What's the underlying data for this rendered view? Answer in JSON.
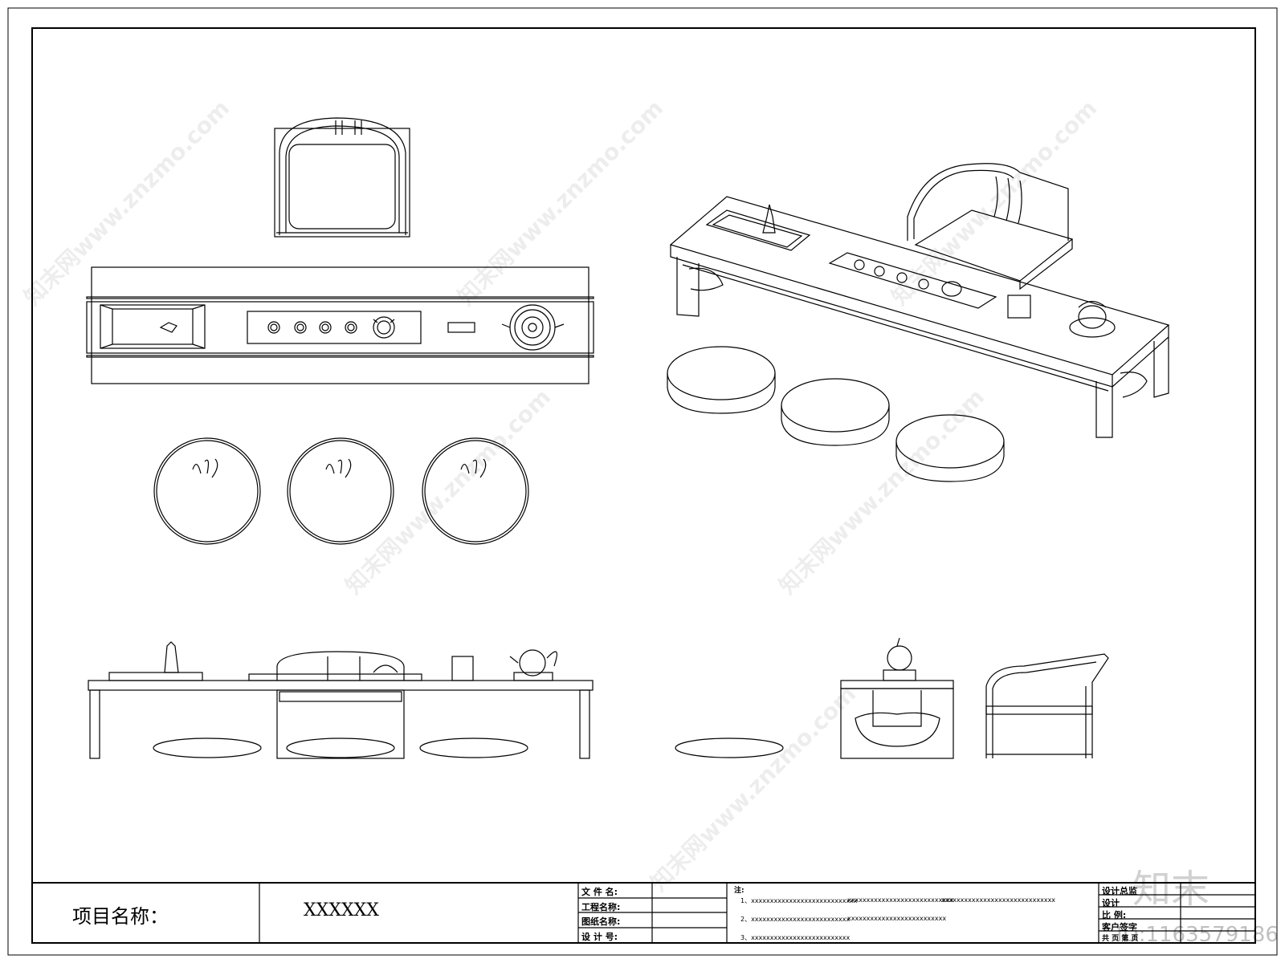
{
  "title_block": {
    "project_label": "项目名称：",
    "project_value": "XXXXXX",
    "fields": [
      "文 件 名:",
      "工程名称:",
      "图纸名称:",
      "设 计 号:"
    ],
    "notes_title": "注:",
    "notes": [
      "1、xxxxxxxxxxxxxxxxxxxxxxxxxxxx",
      "xxxxxxxxxxxxxxxxxxxxxxxxxxxx",
      "xxxxxxxxxxxxxxxxxxxxxxxxxxxxxx",
      "2、xxxxxxxxxxxxxxxxxxxxxxxxxx",
      "xxxxxxxxxxxxxxxxxxxxxxxxxx",
      "3、xxxxxxxxxxxxxxxxxxxxxxxxxx"
    ],
    "right_fields": [
      "设计总监",
      "设计",
      "比 例:",
      "客户签字",
      "共  页  第  页"
    ]
  },
  "watermark": {
    "text": "知末网www.znzmo.com",
    "logo": "知末",
    "id_text": "ID:1163579186"
  }
}
